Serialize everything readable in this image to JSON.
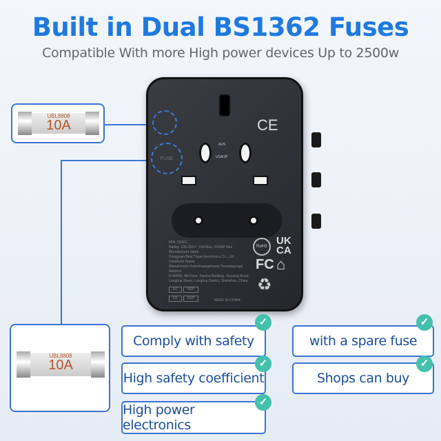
{
  "header": {
    "title": "Built in Dual BS1362 Fuses",
    "subtitle": "Compatible With more High power devices Up to 2500w"
  },
  "fuse_top": {
    "brand": "UBL8808",
    "rating": "10A"
  },
  "fuse_bottom": {
    "brand": "UBL8808",
    "rating": "10A"
  },
  "device": {
    "fuse_cap_label": "FUSE",
    "indicator_top": "AUS",
    "indicator_bottom": "USA/JP",
    "marks": [
      "CE",
      "UK CA",
      "FC",
      "RoHS"
    ],
    "label_lines": [
      "M/N: 033FC",
      "Rating: 100-250V~ 10A Max, 2500W Max",
      "Manufacturer name",
      "Dongguan Best Travel Electronics Co., Ltd.",
      "Distributor Name",
      "Shenzhenshi Yuanchuangshuwei Youxiangongsi",
      "Address",
      "D-40509, 4th Floor, Xianhui Building, Yousong Road,",
      "Longhua Street, Longhua District, Shenzhen, China"
    ],
    "rep_rows": [
      {
        "code": "EC",
        "tag": "REP"
      },
      {
        "code": "UK",
        "tag": "REP"
      }
    ],
    "made_in": "MADE IN CHINA"
  },
  "features": [
    {
      "label": "Comply with safety"
    },
    {
      "label": "High safety coefficient"
    },
    {
      "label": "High power electronics"
    },
    {
      "label": "with a spare fuse"
    },
    {
      "label": "Shops can buy"
    }
  ],
  "colors": {
    "title": "#1f7ae0",
    "accent": "#3b73d1",
    "check": "#43c1ad"
  }
}
